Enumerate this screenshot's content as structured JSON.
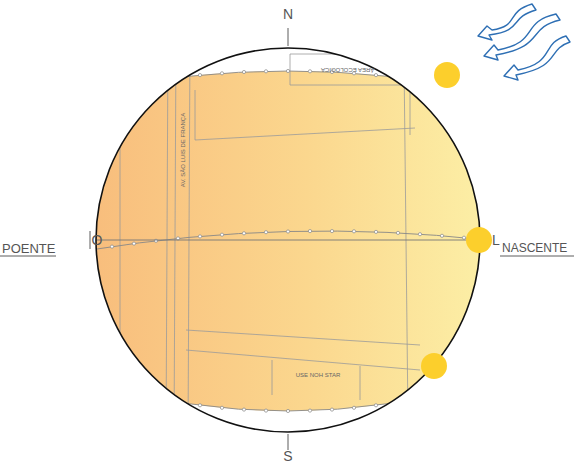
{
  "diagram": {
    "labels": [
      "N",
      "S",
      "O",
      "POENTE",
      "L",
      "NASCENTE",
      "ÁREA ECOLÓGICA",
      "AV. SÃO LUIS DE FRANÇA",
      "USE NOH STAR"
    ]
  }
}
